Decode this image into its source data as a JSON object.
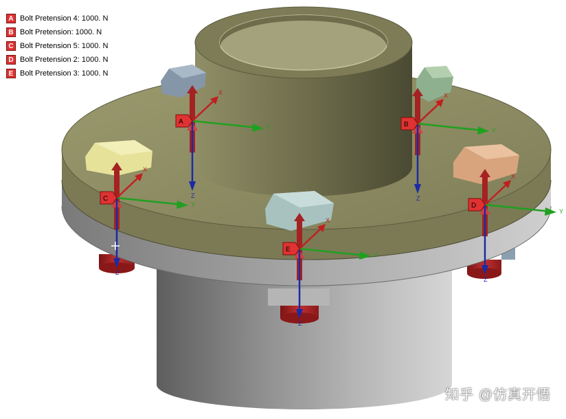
{
  "legend": {
    "items": [
      {
        "letter": "A",
        "label": "Bolt Pretension 4: 1000. N"
      },
      {
        "letter": "B",
        "label": "Bolt Pretension: 1000. N"
      },
      {
        "letter": "C",
        "label": "Bolt Pretension 5: 1000. N"
      },
      {
        "letter": "D",
        "label": "Bolt Pretension 2: 1000. N"
      },
      {
        "letter": "E",
        "label": "Bolt Pretension 3: 1000. N"
      }
    ]
  },
  "axes": {
    "x": "X",
    "y": "Y",
    "z": "Z"
  },
  "watermark": "知乎 @仿真开悟",
  "colors": {
    "flange_top": "#8c8b62",
    "flange_side": "#9a9a9a",
    "hub": "#a3a3a3",
    "boss": "#84835c",
    "tag": "#e03232",
    "x_axis": "#c02020",
    "y_axis": "#20a020",
    "z_axis": "#1b2aa5",
    "nut_red": "#a42222"
  }
}
